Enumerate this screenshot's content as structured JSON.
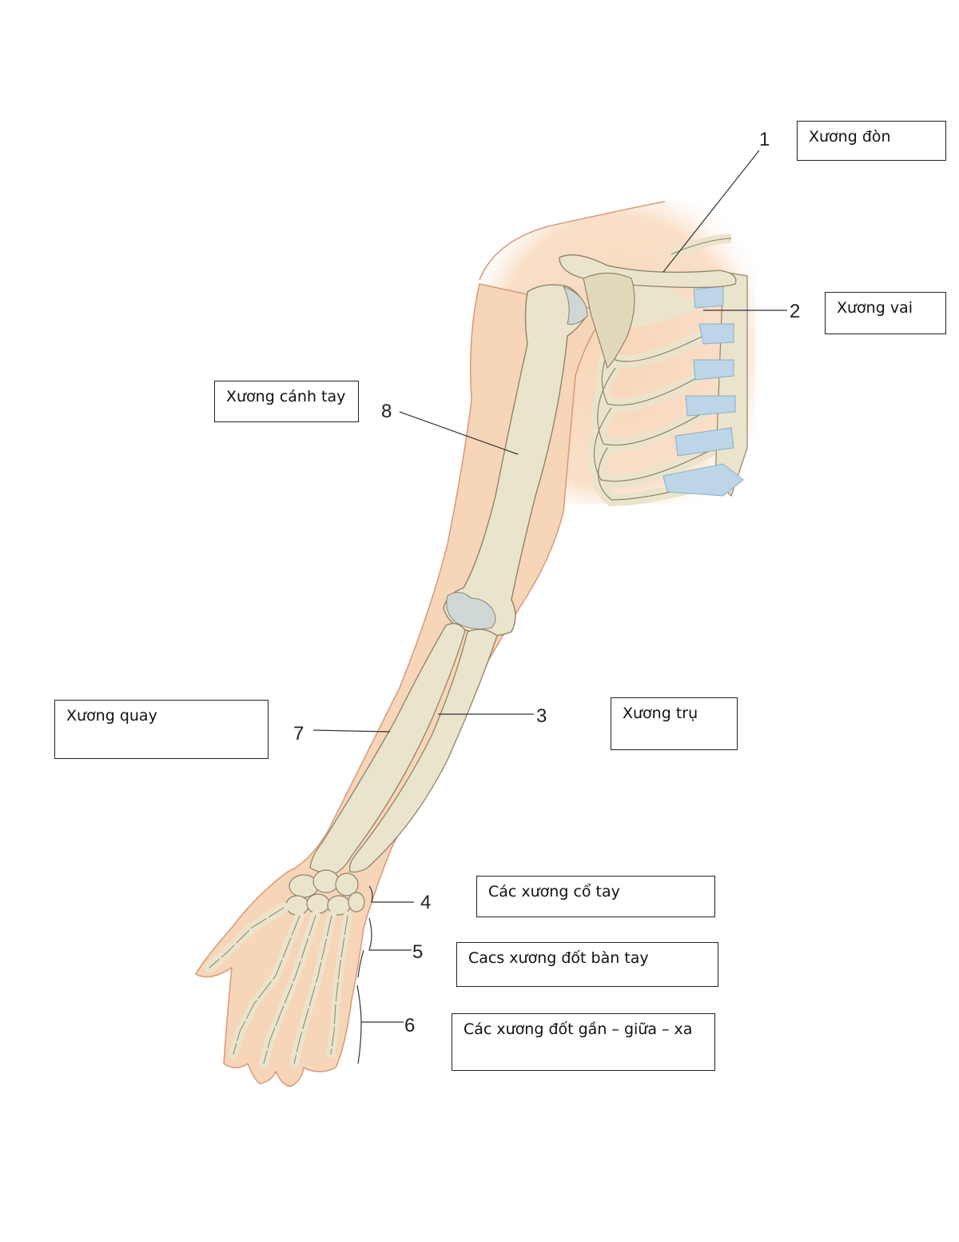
{
  "diagram": {
    "numbers": {
      "n1": "1",
      "n2": "2",
      "n3": "3",
      "n4": "4",
      "n5": "5",
      "n6": "6",
      "n7": "7",
      "n8": "8"
    },
    "labels": {
      "clavicle": "Xương đòn",
      "scapula": "Xương vai",
      "humerus": "Xương cánh tay",
      "radius": "Xương quay",
      "ulna": "Xương trụ",
      "carpals": "Các xương cổ tay",
      "metacarpals": "Cacs xương đốt bàn tay",
      "phalanges": "Các xương đốt gần – giữa – xa"
    },
    "colors": {
      "skin": "#f7d5b8",
      "skin_outline": "#d89878",
      "bone": "#ebe4cc",
      "bone_outline": "#8e846a",
      "cartilage": "#bcd6e8",
      "leader_line": "#333333"
    }
  }
}
